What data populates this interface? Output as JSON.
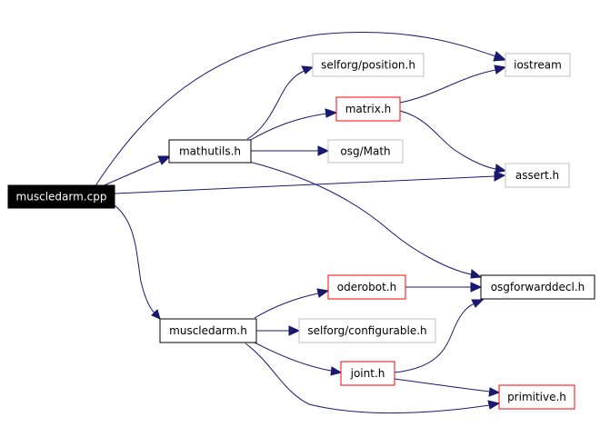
{
  "colors": {
    "edge": "#191970",
    "border_default": "#000000",
    "border_red": "#ff0000",
    "border_gray": "#bfbfbf",
    "root_fill": "#000000",
    "root_text": "#ffffff"
  },
  "nodes": {
    "root": "muscledarm.cpp",
    "mathutils": "mathutils.h",
    "muscledarm_h": "muscledarm.h",
    "position": "selforg/position.h",
    "matrix": "matrix.h",
    "osgmath": "osg/Math",
    "iostream": "iostream",
    "assert": "assert.h",
    "oderobot": "oderobot.h",
    "osgforward": "osgforwarddecl.h",
    "configurable": "selforg/configurable.h",
    "joint": "joint.h",
    "primitive": "primitive.h"
  }
}
